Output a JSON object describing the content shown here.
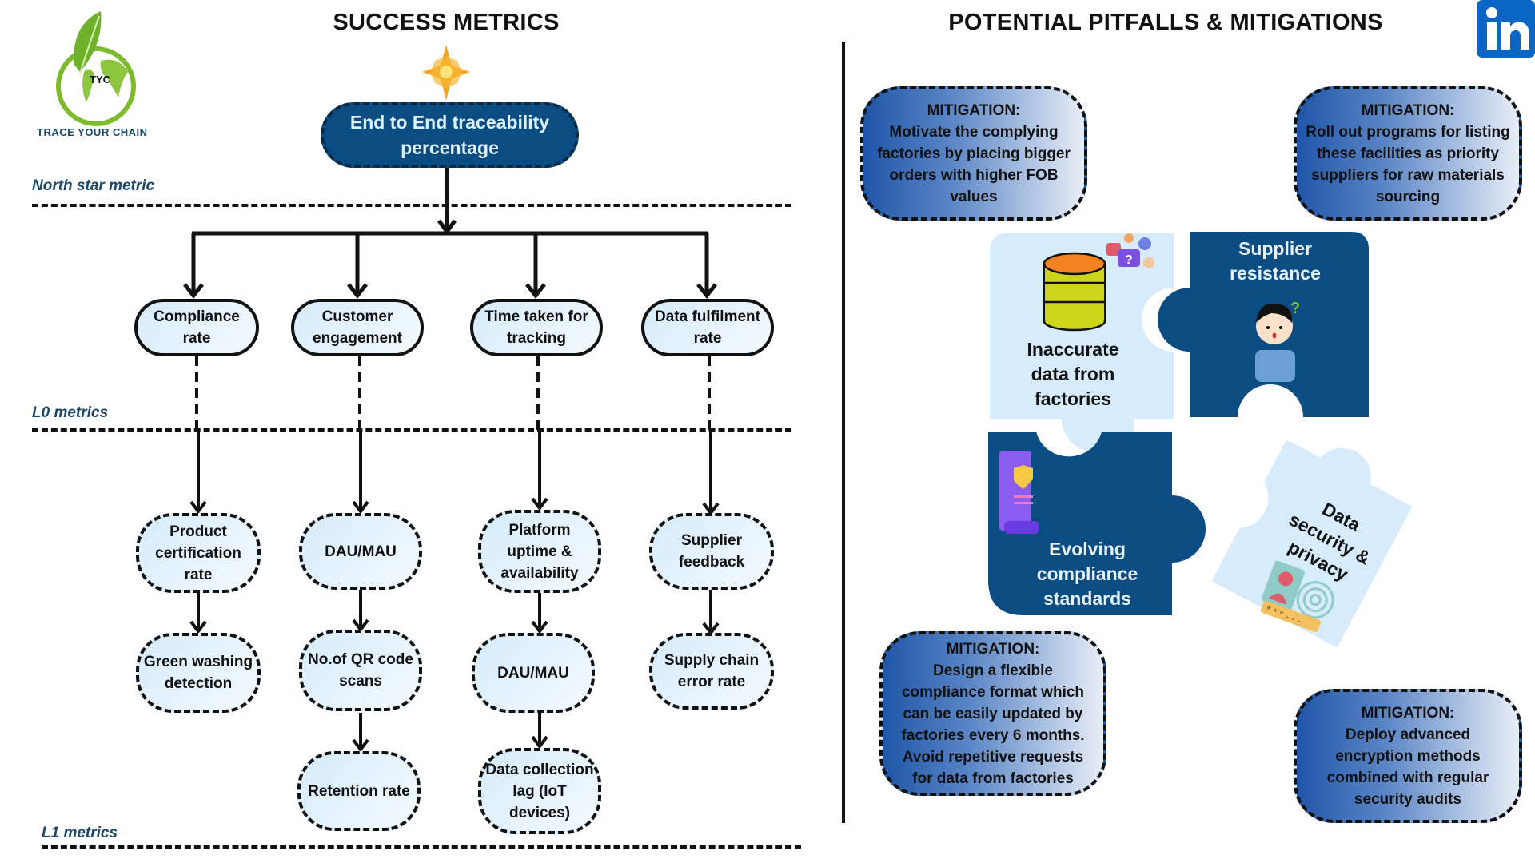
{
  "left": {
    "title": "SUCCESS METRICS",
    "logo": {
      "initials": "TYC",
      "name": "TRACE YOUR CHAIN"
    },
    "levels": {
      "north_star": "North star metric",
      "l0": "L0 metrics",
      "l1": "L1 metrics"
    },
    "north_star_metric": "End to End traceability percentage",
    "l0_metrics": [
      "Compliance rate",
      "Customer engagement",
      "Time taken for tracking",
      "Data fulfilment rate"
    ],
    "l1_metrics": [
      [
        "Product certification rate",
        "Green washing detection"
      ],
      [
        "DAU/MAU",
        "No.of QR code scans",
        "Retention rate"
      ],
      [
        "Platform uptime & availability",
        "DAU/MAU",
        "Data collection lag (IoT devices)"
      ],
      [
        "Supplier feedback",
        "Supply chain error rate"
      ]
    ]
  },
  "right": {
    "title": "POTENTIAL PITFALLS & MITIGATIONS",
    "social_icon": "linkedin-icon",
    "pitfalls": [
      "Inaccurate data from factories",
      "Supplier resistance",
      "Evolving compliance standards",
      "Data security & privacy"
    ],
    "mitigation_heading": "MITIGATION:",
    "mitigations": [
      "Motivate the complying factories by placing bigger orders with higher FOB values",
      "Roll out programs for listing these facilities as priority suppliers for raw materials sourcing",
      "Design a flexible compliance format which can be easily updated by factories every 6 months. Avoid repetitive requests for data from factories",
      "Deploy advanced encryption methods combined with regular security audits"
    ]
  },
  "colors": {
    "navy": "#0b4d82",
    "light_blue": "#d6ebfb",
    "label": "#1b4868",
    "linkedin": "#0a66c2"
  }
}
